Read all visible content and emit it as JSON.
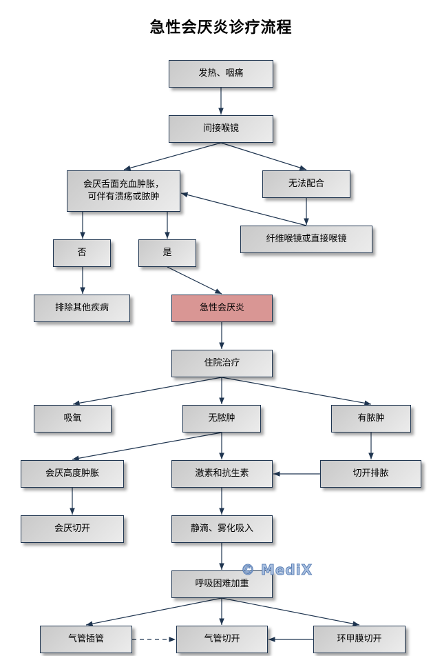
{
  "title": "急性会厌炎诊疗流程",
  "nodes": {
    "fever": "发热、咽痛",
    "laryngoscope": "间接喉镜",
    "findings_line1": "会厌舌面充血肿胀，",
    "findings_line2": "可伴有溃疡或脓肿",
    "uncooperative": "无法配合",
    "fiber_scope": "纤维喉镜或直接喉镜",
    "no": "否",
    "yes": "是",
    "exclude": "排除其他疾病",
    "diagnosis": "急性会厌炎",
    "hospitalize": "住院治疗",
    "oxygen": "吸氧",
    "no_abscess": "无脓肿",
    "abscess": "有脓肿",
    "severe_swelling": "会厌高度肿胀",
    "steroids_antibiotics": "激素和抗生素",
    "incision_drainage": "切开排脓",
    "epiglottis_incision": "会厌切开",
    "iv_nebulization": "静滴、雾化吸入",
    "dyspnea_worse": "呼吸困难加重",
    "intubation": "气管插管",
    "tracheotomy": "气管切开",
    "cricothyrotomy": "环甲膜切开"
  },
  "watermark": "© MediX",
  "colors": {
    "diagnosis_fill": "#d99694",
    "border": "#1f3550",
    "edge": "#1f3550"
  }
}
